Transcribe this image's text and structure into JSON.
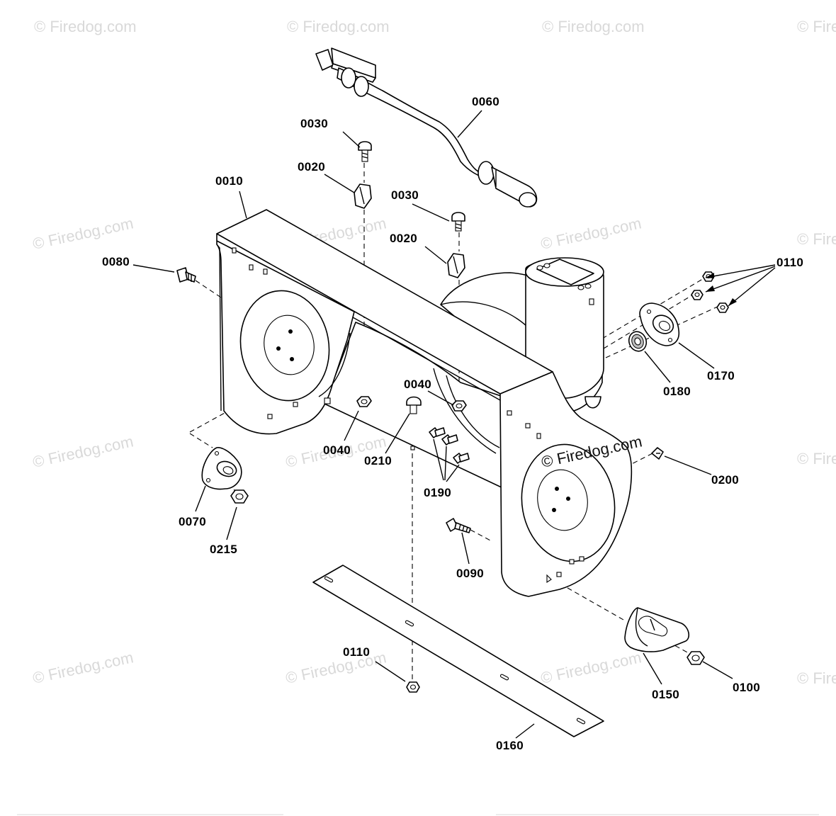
{
  "watermark": {
    "text": "© Firedog.com",
    "prominent_text": "© Firedog.com"
  },
  "labels": {
    "p0010": "0010",
    "p0020a": "0020",
    "p0020b": "0020",
    "p0030a": "0030",
    "p0030b": "0030",
    "p0040a": "0040",
    "p0040b": "0040",
    "p0060": "0060",
    "p0070": "0070",
    "p0080": "0080",
    "p0090": "0090",
    "p0100": "0100",
    "p0110a": "0110",
    "p0110b": "0110",
    "p0150": "0150",
    "p0160": "0160",
    "p0170": "0170",
    "p0180": "0180",
    "p0190": "0190",
    "p0200": "0200",
    "p0210": "0210",
    "p0215": "0215"
  }
}
